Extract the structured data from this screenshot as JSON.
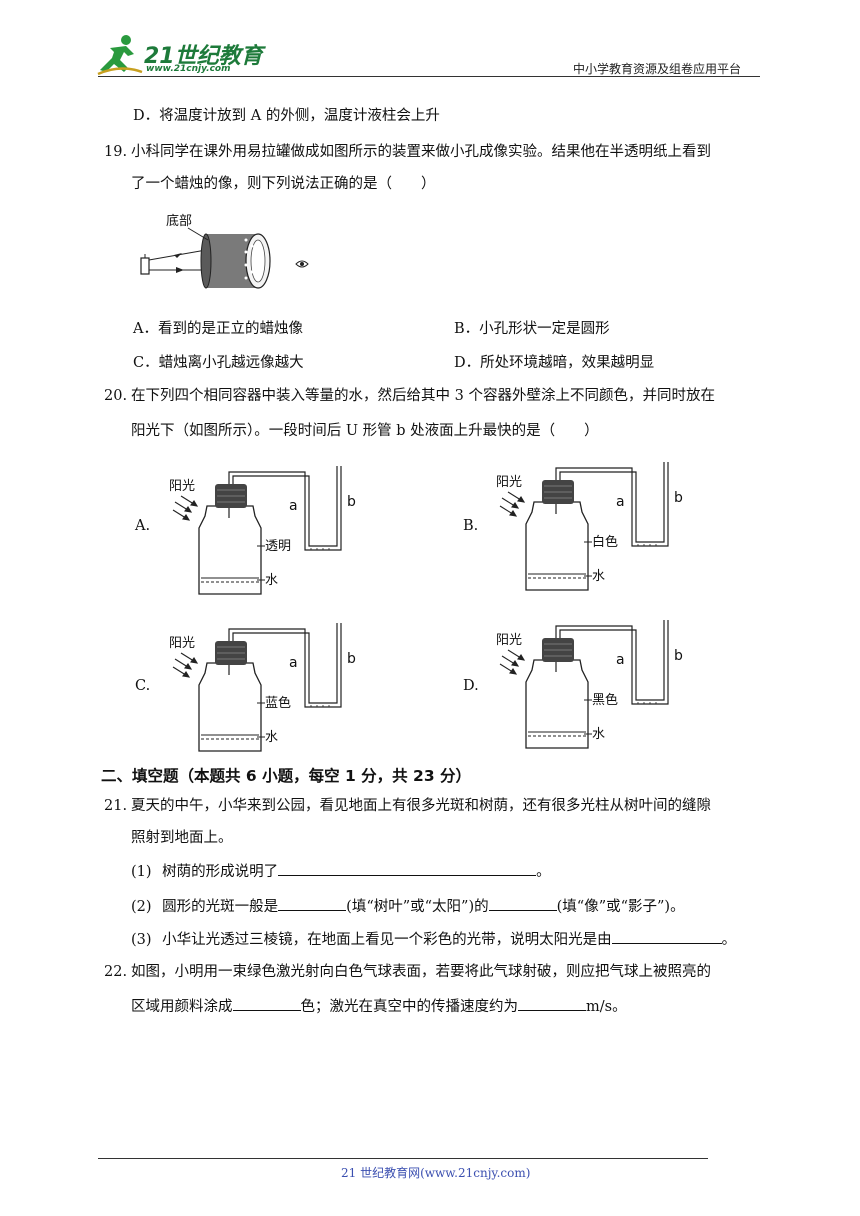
{
  "header": {
    "logo_text": "21世纪教育",
    "logo_url": "www.21cnjy.com",
    "right_text": "中小学教育资源及组卷应用平台"
  },
  "q18": {
    "option_d": "D．将温度计放到 A 的外侧，温度计液柱会上升"
  },
  "q19": {
    "number": "19.",
    "line1": "小科同学在课外用易拉罐做成如图所示的装置来做小孔成像实验。结果他在半透明纸上看到",
    "line2": "了一个蜡烛的像，则下列说法正确的是（　　）",
    "figure_label": "底部",
    "options": {
      "a": "A．看到的是正立的蜡烛像",
      "b": "B．小孔形状一定是圆形",
      "c": "C．蜡烛离小孔越远像越大",
      "d": "D．所处环境越暗，效果越明显"
    }
  },
  "q20": {
    "number": "20.",
    "line1": "在下列四个相同容器中装入等量的水，然后给其中 3 个容器外壁涂上不同颜色，并同时放在",
    "line2": "阳光下（如图所示）。一段时间后 U 形管 b 处液面上升最快的是（　　）",
    "figures": [
      {
        "letter": "A.",
        "sun": "阳光",
        "color": "透明",
        "water": "水",
        "a": "a",
        "b": "b"
      },
      {
        "letter": "B.",
        "sun": "阳光",
        "color": "白色",
        "water": "水",
        "a": "a",
        "b": "b"
      },
      {
        "letter": "C.",
        "sun": "阳光",
        "color": "蓝色",
        "water": "水",
        "a": "a",
        "b": "b"
      },
      {
        "letter": "D.",
        "sun": "阳光",
        "color": "黑色",
        "water": "水",
        "a": "a",
        "b": "b"
      }
    ]
  },
  "section2": {
    "title": "二、填空题（本题共 6 小题，每空 1 分，共 23 分）"
  },
  "q21": {
    "number": "21.",
    "line1": "夏天的中午，小华来到公园，看见地面上有很多光斑和树荫，还有很多光柱从树叶间的缝隙",
    "line2": "照射到地面上。",
    "sub1_num": "(1)",
    "sub1_text": "树荫的形成说明了",
    "sub1_end": "。",
    "sub2_num": "(2)",
    "sub2_text_a": "圆形的光斑一般是",
    "sub2_text_b": "(填“树叶”或“太阳”)的",
    "sub2_text_c": "(填“像”或“影子”)。",
    "sub3_num": "(3)",
    "sub3_text": "小华让光透过三棱镜，在地面上看见一个彩色的光带，说明太阳光是由",
    "sub3_end": "。"
  },
  "q22": {
    "number": "22.",
    "line1": "如图，小明用一束绿色激光射向白色气球表面，若要将此气球射破，则应把气球上被照亮的",
    "line2_a": "区域用颜料涂成",
    "line2_b": "色；激光在真空中的传播速度约为",
    "line2_c": "m/s。"
  },
  "footer": {
    "text": "21 世纪教育网(www.21cnjy.com)"
  }
}
